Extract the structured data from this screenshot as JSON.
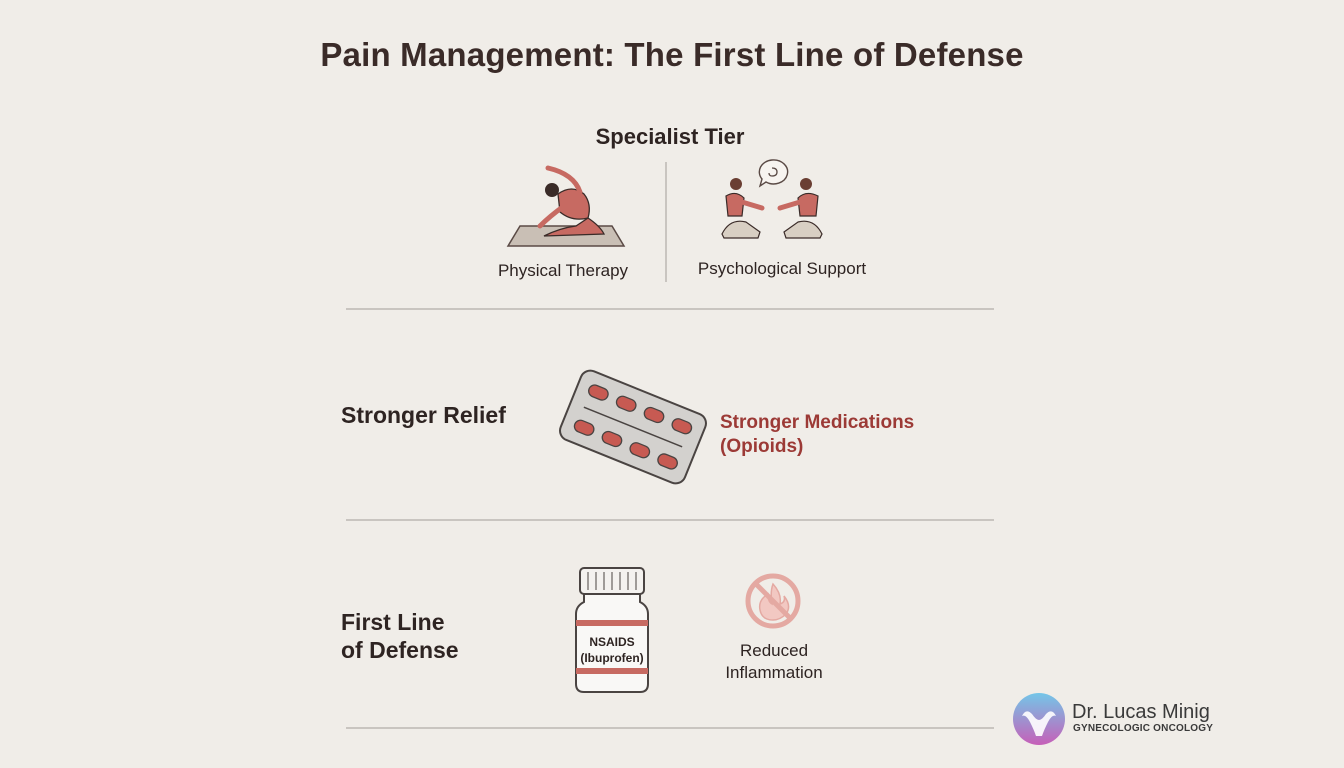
{
  "title": "Pain Management: The First Line of Defense",
  "specialist": {
    "heading": "Specialist Tier",
    "items": [
      {
        "label": "Physical Therapy",
        "icon": "yoga-stretch-icon"
      },
      {
        "label": "Psychological Support",
        "icon": "counseling-session-icon"
      }
    ]
  },
  "stronger": {
    "label": "Stronger Relief",
    "medication_line1": "Stronger Medications",
    "medication_line2": "(Opioids)",
    "icon": "blister-pack-icon"
  },
  "first_line": {
    "label_line1": "First Line",
    "label_line2": "of Defense",
    "bottle_line1": "NSAIDS",
    "bottle_line2": "(Ibuprofen)",
    "effect_line1": "Reduced",
    "effect_line2": "Inflammation",
    "icons": [
      "pill-bottle-icon",
      "no-fire-icon"
    ]
  },
  "logo": {
    "name": "Dr. Lucas Minig",
    "subtitle": "GYNECOLOGIC ONCOLOGY",
    "icon": "uterus-logo-icon"
  },
  "colors": {
    "background": "#f0ede8",
    "accent": "#9c3a36",
    "figure": "#c76a62",
    "divider": "#c9c5c0"
  }
}
